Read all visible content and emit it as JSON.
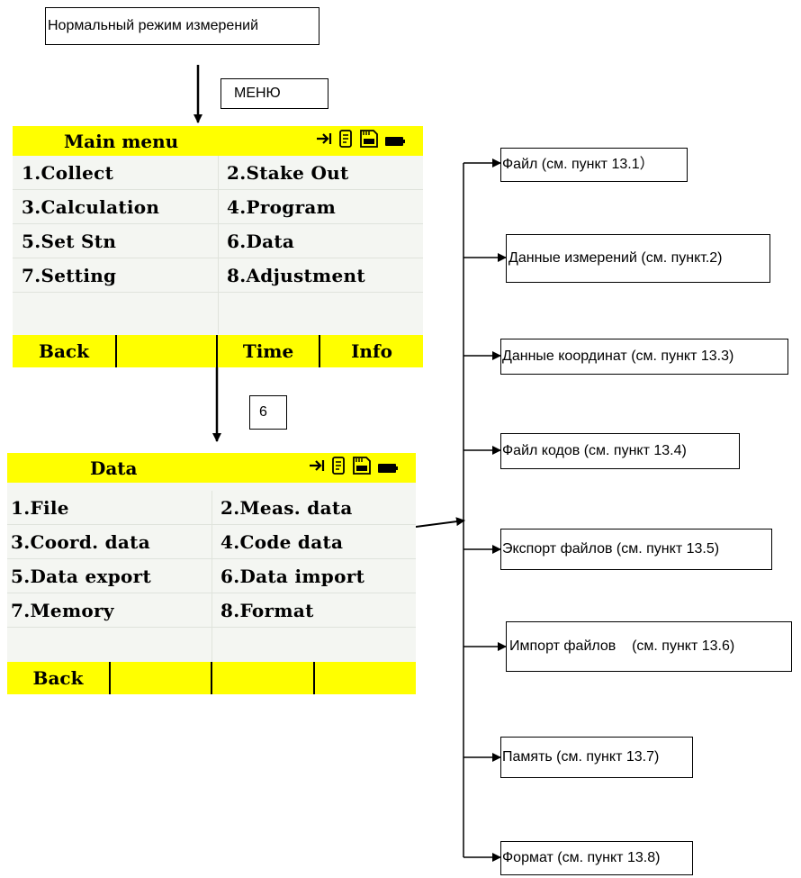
{
  "top_label": "Нормальный режим измерений",
  "menu_key_label": "МЕНЮ",
  "data_key_label": "6",
  "main_menu": {
    "title": "Main menu",
    "status_icons": [
      "arrow-to-bar-icon",
      "battery-document-icon",
      "sd-card-icon",
      "battery-icon"
    ],
    "items": [
      "1.Collect",
      "2.Stake Out",
      "3.Calculation",
      "4.Program",
      "5.Set Stn",
      "6.Data",
      "7.Setting",
      "8.Adjustment"
    ],
    "softkeys": [
      "Back",
      "",
      "Time",
      "Info"
    ]
  },
  "data_menu": {
    "title": "Data",
    "status_icons": [
      "arrow-to-bar-icon",
      "battery-document-icon",
      "sd-card-icon",
      "battery-icon"
    ],
    "items": [
      "1.File",
      "2.Meas. data",
      "3.Coord. data",
      "4.Code data",
      "5.Data export",
      "6.Data import",
      "7.Memory",
      "8.Format"
    ],
    "softkeys": [
      "Back",
      "",
      "",
      ""
    ]
  },
  "branches": [
    "Файл (см. пункт 13.1）",
    "Данные измерений (см. пункт.2)",
    "Данные координат (см. пункт 13.3)",
    "Файл кодов (см. пункт 13.4)",
    "Экспорт файлов (см. пункт 13.5)",
    "Импорт файлов    (см. пункт 13.6)",
    "Память (см. пункт 13.7)",
    "Формат (см. пункт 13.8)"
  ],
  "colors": {
    "header_yellow": "#ffff00",
    "screen_bg": "#f4f6f2",
    "line": "#000000"
  }
}
